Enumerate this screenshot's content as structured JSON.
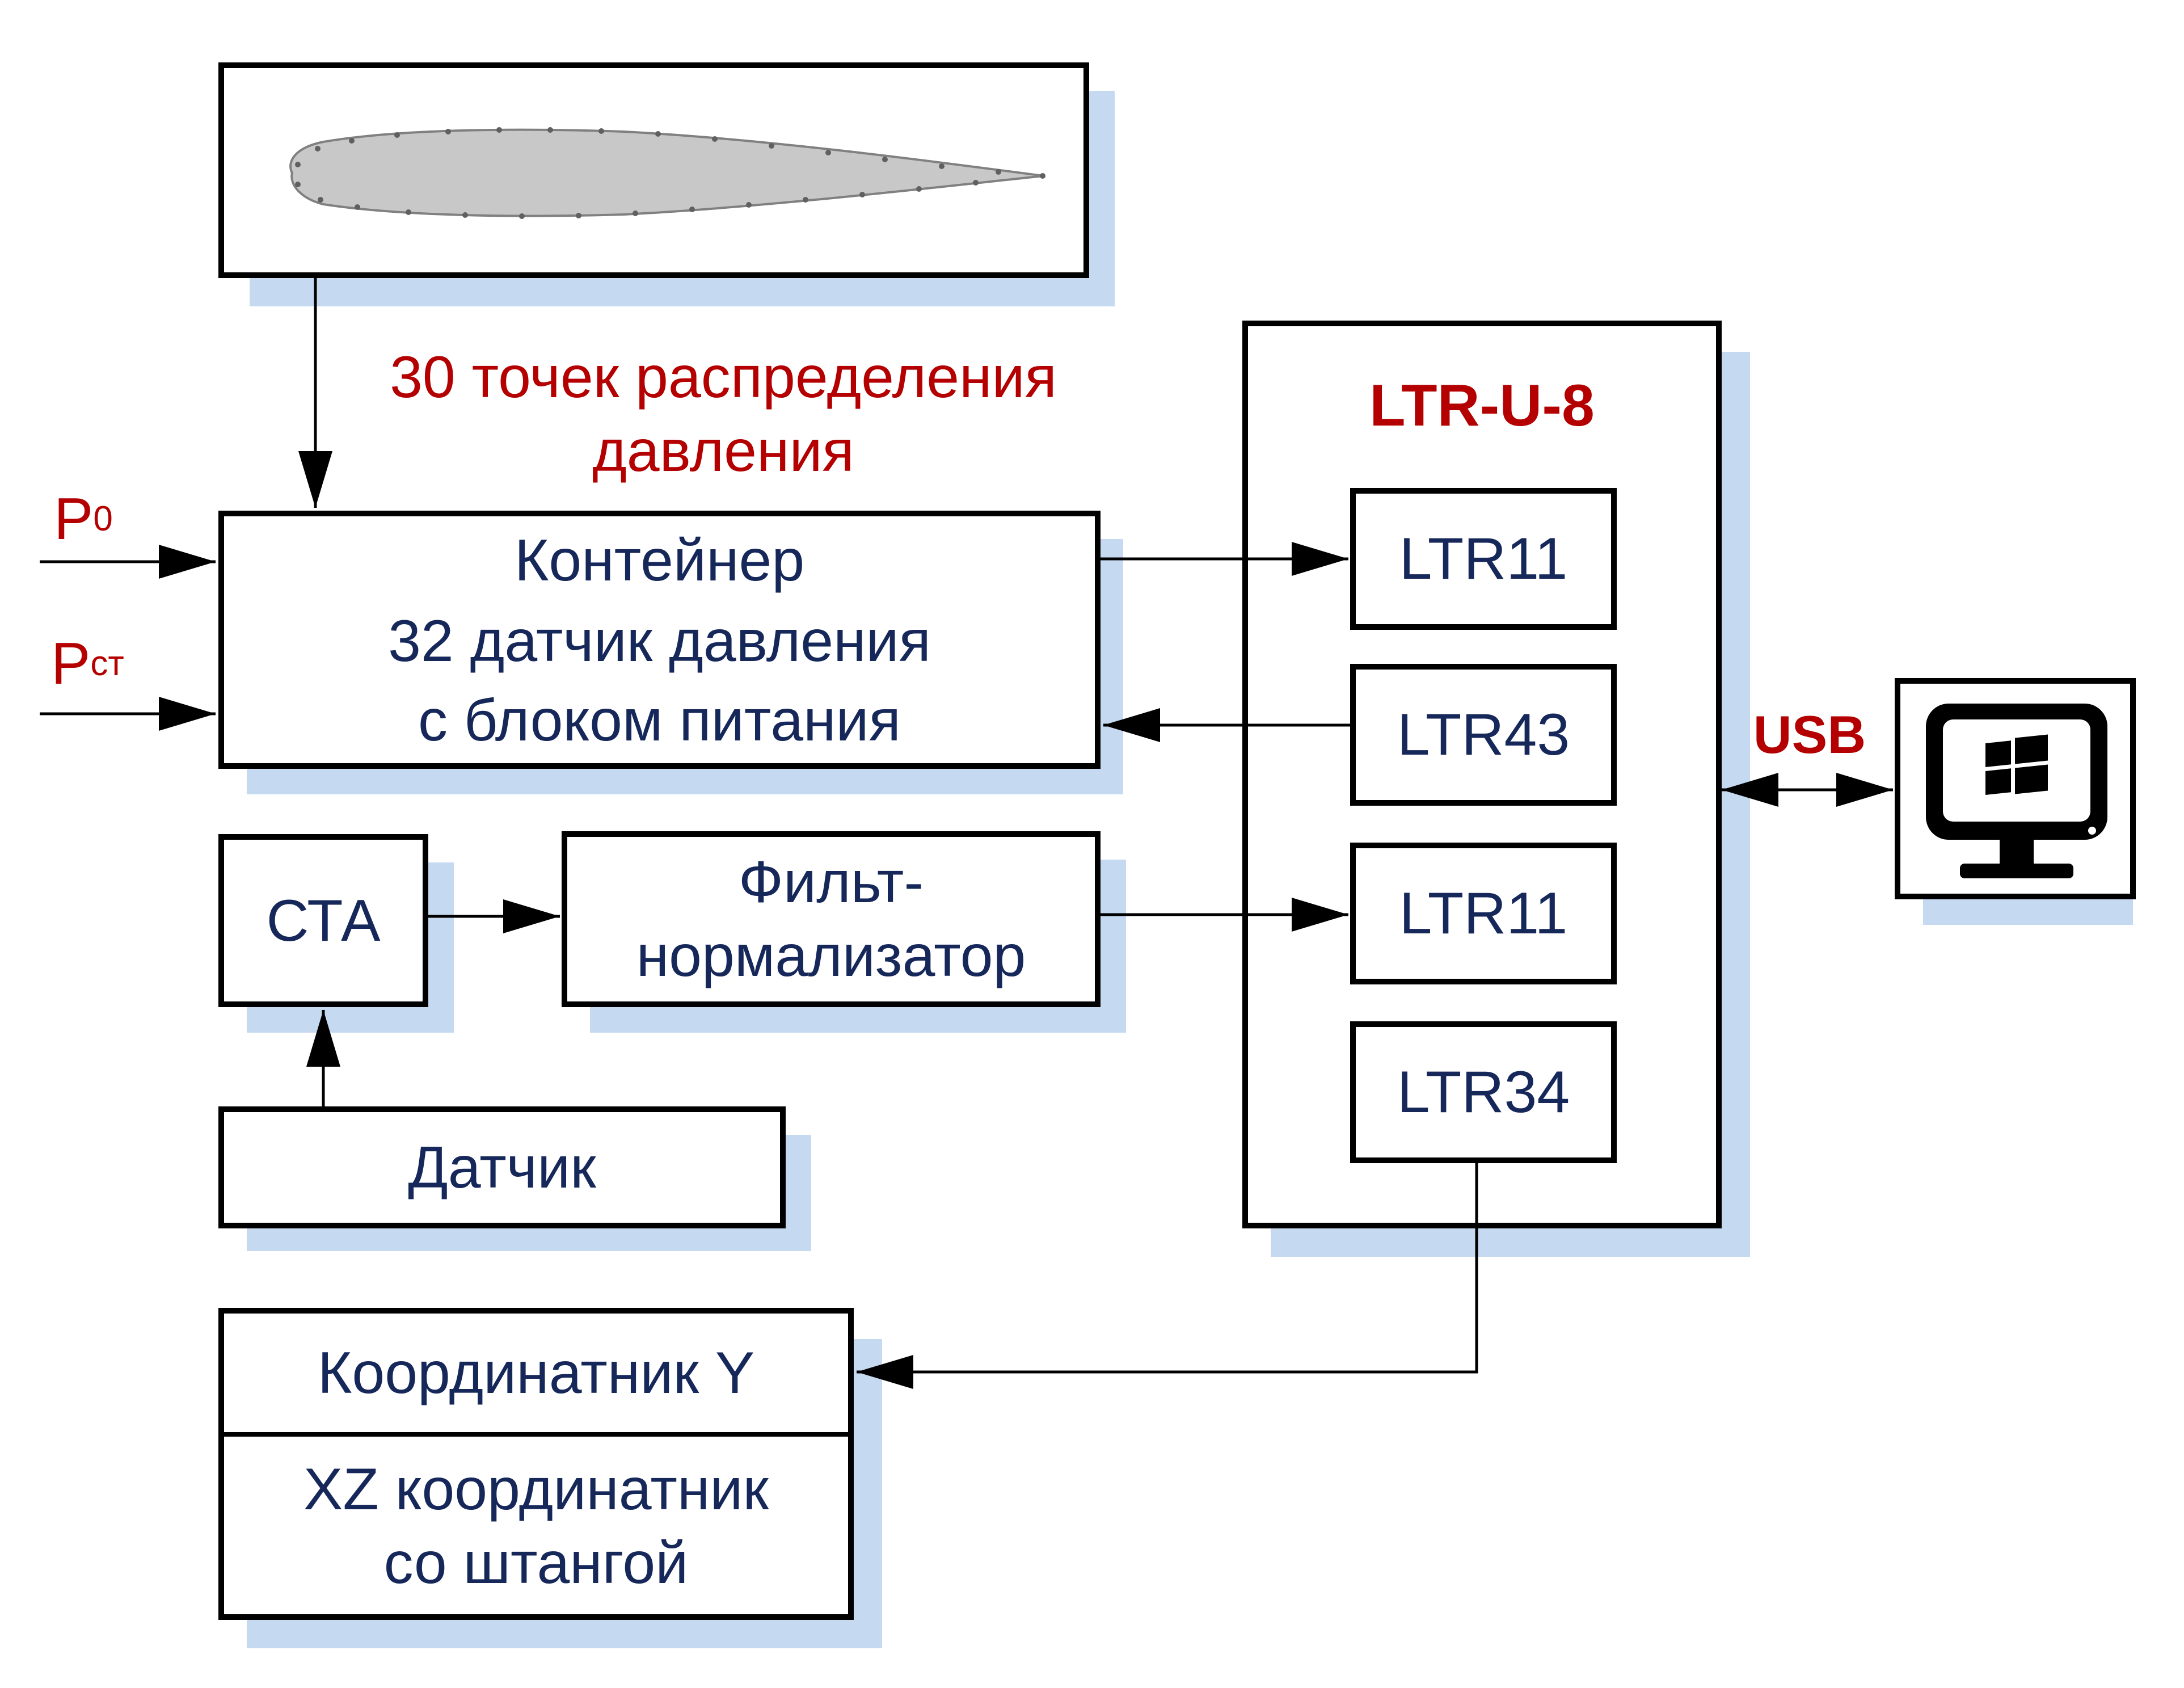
{
  "diagram": {
    "airfoil_caption": "30 точек распределения\nдавления",
    "container": {
      "line1": "Контейнер",
      "line2": "32 датчик давления",
      "line3": "с блоком питания"
    },
    "inputs": {
      "p0": {
        "main": "P",
        "sub": "0"
      },
      "pst": {
        "main": "P",
        "sub": "ст"
      }
    },
    "cta": "СТА",
    "filter": "Фильт-\nнормализатор",
    "sensor": "Датчик",
    "crate": {
      "title": "LTR-U-8",
      "modules": [
        "LTR11",
        "LTR43",
        "LTR11",
        "LTR34"
      ]
    },
    "usb": "USB",
    "coord_y": "Координатник Y",
    "coord_xz": "XZ координатник\nсо штангой",
    "computer_icon": "windows-computer-icon",
    "colors": {
      "text": "#16275a",
      "accent_red": "#b40000",
      "shadow": "#c5d9f1",
      "airfoil_fill": "#c8c8c8"
    }
  }
}
